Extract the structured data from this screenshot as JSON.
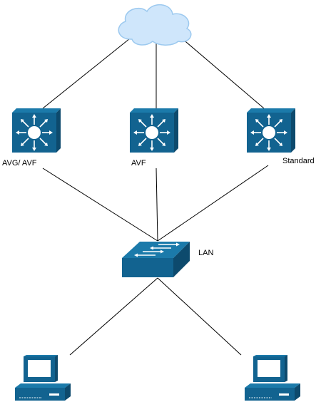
{
  "colors": {
    "device_face": "#126390",
    "device_side": "#0d4a6d",
    "device_top": "#1b7aaa",
    "cloud": "#cfe6fb",
    "cloud_edge": "#9cc9ef",
    "line": "#000000"
  },
  "nodes": {
    "cloud": {
      "icon": "cloud-icon"
    },
    "router_left": {
      "icon": "layer3-switch-icon",
      "label": "AVG/ AVF"
    },
    "router_middle": {
      "icon": "layer3-switch-icon",
      "label": "AVF"
    },
    "router_right": {
      "icon": "layer3-switch-icon",
      "label": "Standard"
    },
    "lan_switch": {
      "icon": "workgroup-switch-icon",
      "label": "LAN"
    },
    "pc_left": {
      "icon": "workstation-icon"
    },
    "pc_right": {
      "icon": "workstation-icon"
    }
  },
  "links": [
    [
      "cloud",
      "router_left"
    ],
    [
      "cloud",
      "router_middle"
    ],
    [
      "cloud",
      "router_right"
    ],
    [
      "router_left",
      "lan_switch"
    ],
    [
      "router_middle",
      "lan_switch"
    ],
    [
      "router_right",
      "lan_switch"
    ],
    [
      "lan_switch",
      "pc_left"
    ],
    [
      "lan_switch",
      "pc_right"
    ]
  ]
}
